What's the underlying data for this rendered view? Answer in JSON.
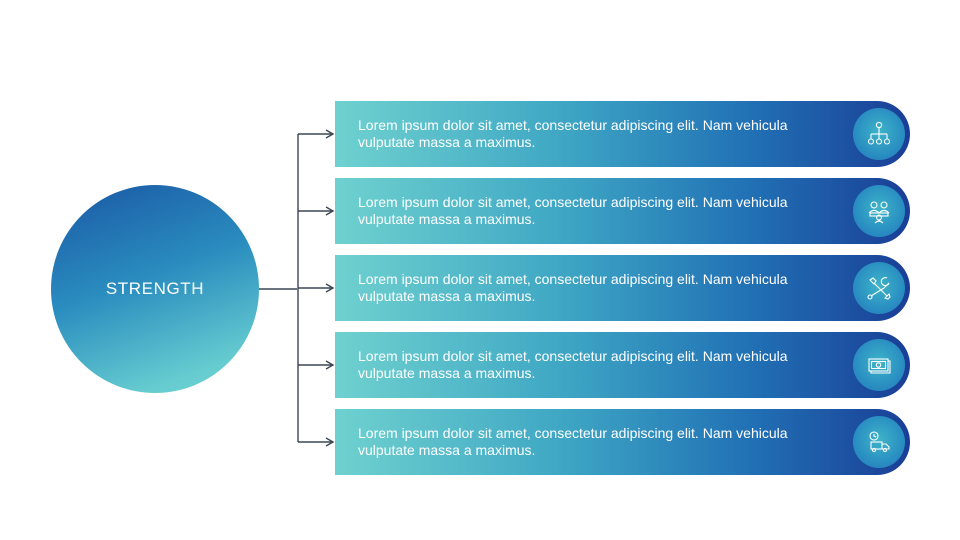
{
  "center": {
    "label": "STRENGTH"
  },
  "items": [
    {
      "text": "Lorem ipsum dolor sit amet, consectetur adipiscing elit. Nam vehicula vulputate massa a maximus.",
      "icon": "hierarchy-icon"
    },
    {
      "text": "Lorem ipsum dolor sit amet, consectetur adipiscing elit. Nam vehicula vulputate massa a maximus.",
      "icon": "team-icon"
    },
    {
      "text": "Lorem ipsum dolor sit amet, consectetur adipiscing elit. Nam vehicula vulputate massa a maximus.",
      "icon": "tools-icon"
    },
    {
      "text": "Lorem ipsum dolor sit amet, consectetur adipiscing elit. Nam vehicula vulputate massa a maximus.",
      "icon": "money-icon"
    },
    {
      "text": "Lorem ipsum dolor sit amet, consectetur adipiscing elit. Nam vehicula vulputate massa a maximus.",
      "icon": "delivery-time-icon"
    }
  ],
  "colors": {
    "bar_start": "#6fd1cf",
    "bar_end": "#1a3e96",
    "connector": "#3b4656"
  }
}
